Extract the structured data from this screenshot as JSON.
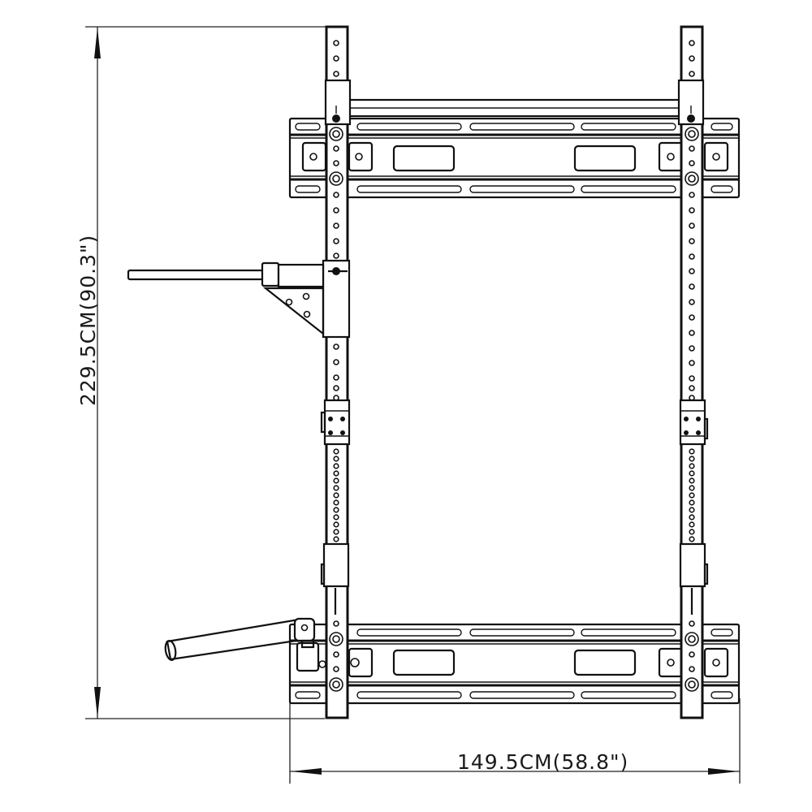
{
  "figure": {
    "type": "technical-dimension-drawing",
    "subject": "folding wall-mounted squat rack, front view",
    "line_color": "#111111",
    "background": "#ffffff"
  },
  "dimensions": {
    "height": {
      "label": "229.5CM(90.3\")",
      "value_cm": 229.5,
      "value_in": 90.3,
      "orientation": "vertical"
    },
    "width": {
      "label": "149.5CM(58.8\")",
      "value_cm": 149.5,
      "value_in": 58.8,
      "orientation": "horizontal"
    }
  },
  "components": {
    "uprights": [
      "left-upright",
      "right-upright"
    ],
    "wall_brackets": [
      "top-wall-bracket",
      "bottom-wall-bracket"
    ],
    "crossbar": "top-crossbar",
    "attachments": [
      "j-hook-safety-arm",
      "landmine-attachment"
    ]
  }
}
